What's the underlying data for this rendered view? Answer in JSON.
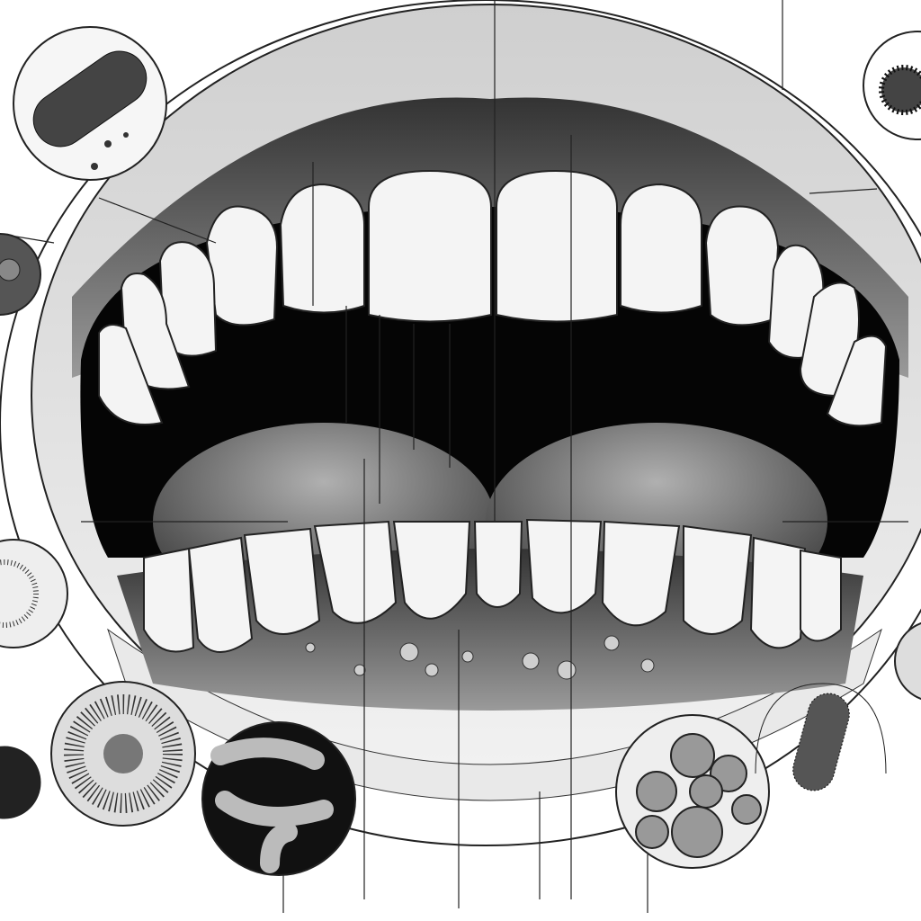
{
  "colors": {
    "background": "#ffffff",
    "ink": "#111111",
    "mouth_interior": "#050505",
    "tooth": "#f4f4f4",
    "gum": "#6a6a6a",
    "tongue": "#7a7a7a",
    "lip": "#d8d8d8"
  },
  "insets": [
    {
      "name": "rod-bacterium-inset",
      "icon": "rod-bacterium-icon"
    },
    {
      "name": "spiky-virus-inset-top-right",
      "icon": "virus-icon"
    },
    {
      "name": "cocci-cluster-inset-left",
      "icon": "cocci-icon"
    },
    {
      "name": "filament-inset-left",
      "icon": "filament-icon"
    },
    {
      "name": "spiky-virus-inset-bottom",
      "icon": "virus-icon"
    },
    {
      "name": "tubular-bacteria-inset",
      "icon": "bacilli-icon"
    },
    {
      "name": "cocci-cluster-inset-bottom",
      "icon": "cocci-icon"
    },
    {
      "name": "rod-bacterium-inset-bottom-right",
      "icon": "rod-bacterium-icon"
    }
  ]
}
